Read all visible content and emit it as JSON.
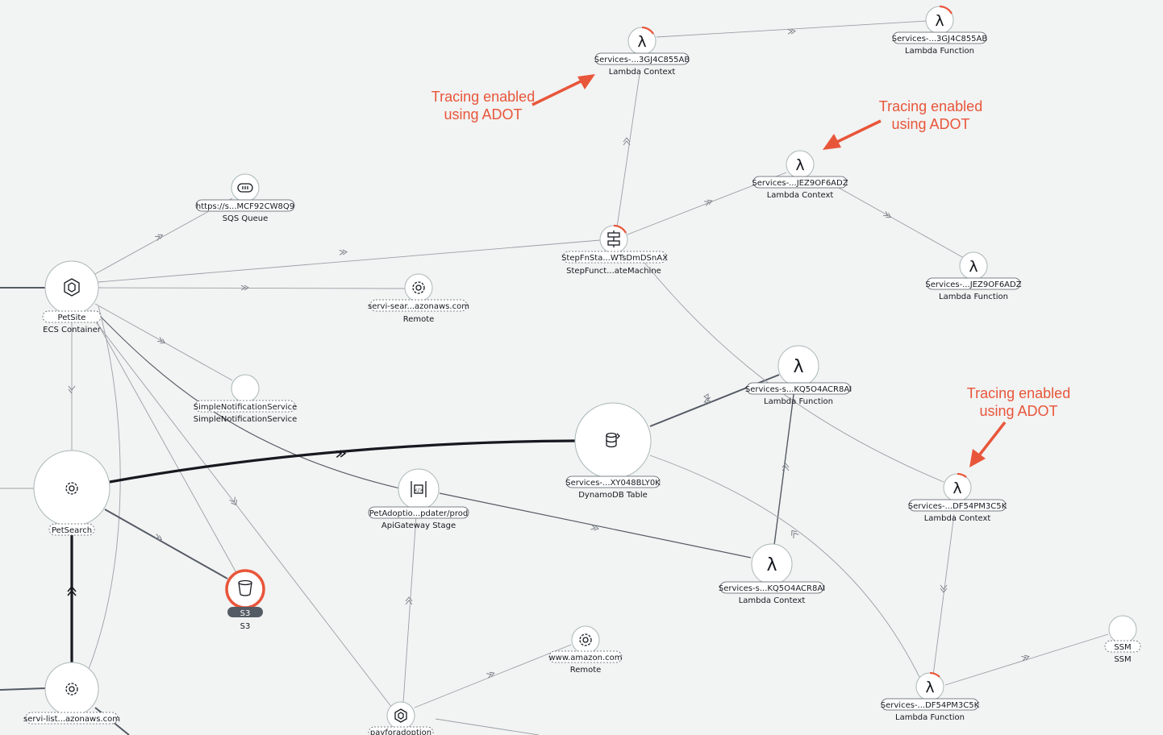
{
  "annotations": [
    {
      "line1": "Tracing enabled",
      "line2": "using ADOT"
    },
    {
      "line1": "Tracing enabled",
      "line2": "using ADOT"
    },
    {
      "line1": "Tracing enabled",
      "line2": "using ADOT"
    }
  ],
  "nodes": {
    "lambda_context_top": {
      "label": "Services-...3GJ4C855AB",
      "type": "Lambda Context"
    },
    "lambda_function_top": {
      "label": "Services-...3GJ4C855AB",
      "type": "Lambda Function"
    },
    "lambda_context_jez": {
      "label": "Services-...JEZ9OF6ADZ",
      "type": "Lambda Context"
    },
    "lambda_function_jez": {
      "label": "Services-...JEZ9OF6ADZ",
      "type": "Lambda Function"
    },
    "sqs_queue": {
      "label": "https://s...MCF92CW8Q9",
      "type": "SQS Queue"
    },
    "petsite": {
      "label": "PetSite",
      "type": "ECS Container"
    },
    "remote_search": {
      "label": "servi-sear...azonaws.com",
      "type": "Remote"
    },
    "step_functions": {
      "label": "StepFnSta...WTsDmDSnAX",
      "type": "StepFunct...ateMachine"
    },
    "sns": {
      "label": "SimpleNotificationService",
      "type": "SimpleNotificationService"
    },
    "lambda_function_kq": {
      "label": "Services-s...KQ5O4ACR8AI",
      "type": "Lambda Function"
    },
    "dynamodb": {
      "label": "Services-...XY048BLY0K",
      "type": "DynamoDB Table"
    },
    "petsearch": {
      "label": "PetSearch",
      "type": ""
    },
    "api_gateway": {
      "label": "PetAdoptio...pdater/prod",
      "type": "ApiGateway Stage"
    },
    "lambda_context_df": {
      "label": "Services-...DF54PM3C5K",
      "type": "Lambda Context"
    },
    "s3": {
      "label": "S3",
      "type": "S3"
    },
    "lambda_context_kq": {
      "label": "Services-s...KQ5O4ACR8AI",
      "type": "Lambda Context"
    },
    "remote_amazon": {
      "label": "www.amazon.com",
      "type": "Remote"
    },
    "ssm": {
      "label": "SSM",
      "type": "SSM"
    },
    "remote_list": {
      "label": "servi-list...azonaws.com",
      "type": ""
    },
    "payforadoption": {
      "label": "payforadoption",
      "type": ""
    },
    "lambda_function_df": {
      "label": "Services-...DF54PM3C5K",
      "type": "Lambda Function"
    }
  },
  "icons": {
    "lambda": "λ",
    "gear": "gear-icon",
    "container": "hexagon-icon",
    "database": "database-icon",
    "bucket": "bucket-icon",
    "queue": "queue-icon",
    "step": "workflow-icon",
    "api": "api-gateway-icon"
  },
  "colors": {
    "background": "#f2f3f3",
    "annotation": "#e8563a",
    "error_ring": "#e8563a",
    "text": "#16191f"
  }
}
